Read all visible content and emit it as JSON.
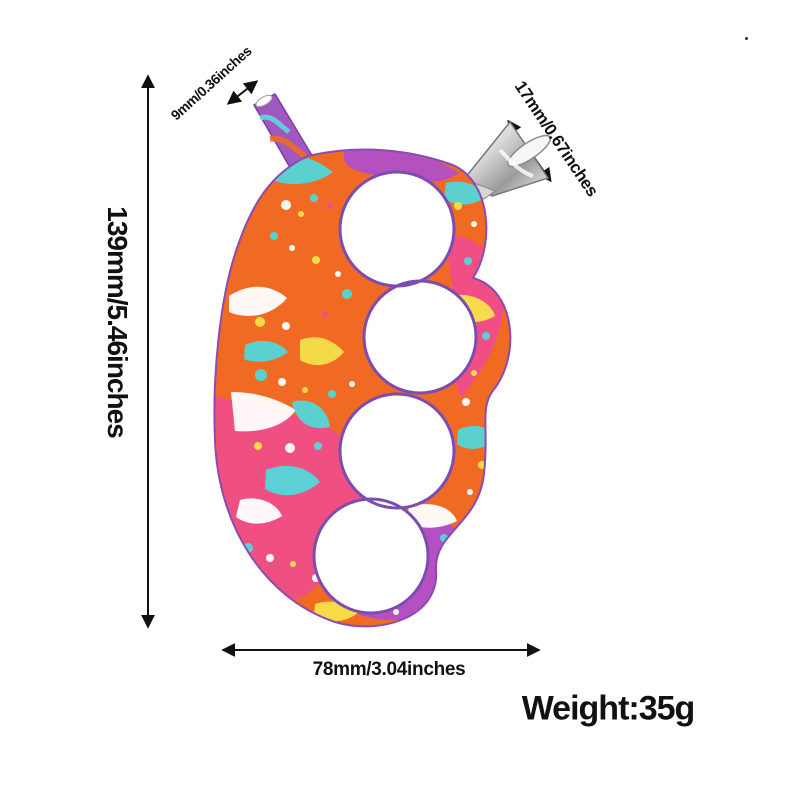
{
  "product": {
    "name": "paint-splatter-knuckle-pipe",
    "palette": {
      "orange": "#f06a24",
      "purple": "#a755c8",
      "pink": "#ef4d8a",
      "cyan": "#52d7d9",
      "yellow": "#f4e34a",
      "white": "#ffffff",
      "metal": "#b8b8b8"
    },
    "icon": "splatter-knuckle-icon"
  },
  "dimensions": {
    "height": "139mm/5.46inches",
    "width": "78mm/3.04inches",
    "mouthpiece": "9mm/0.36inches",
    "bowl": "17mm/0.67inches"
  },
  "weight": {
    "label": "Weight:35g"
  }
}
